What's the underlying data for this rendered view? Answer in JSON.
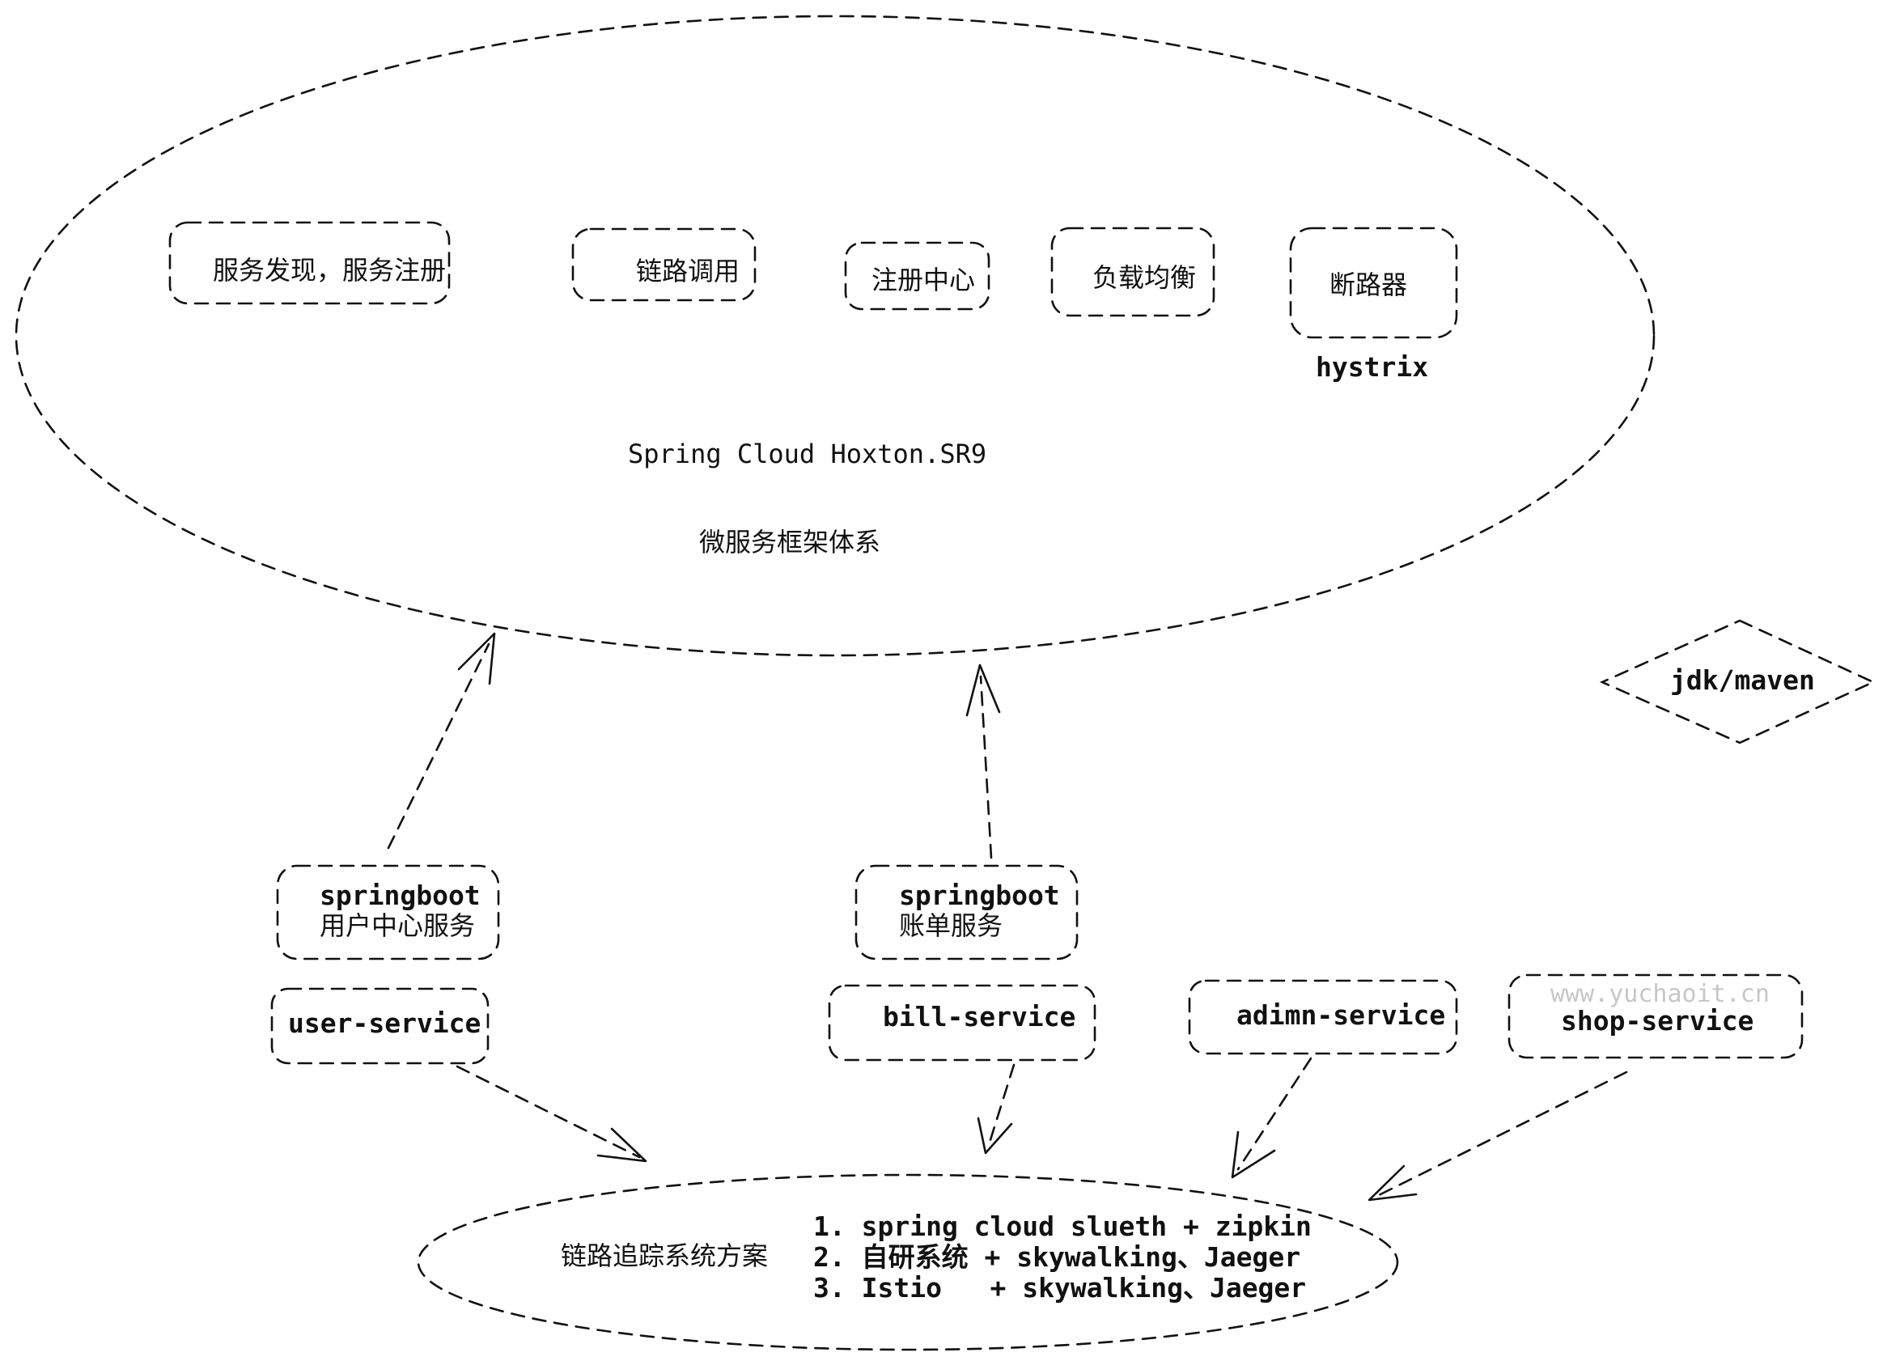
{
  "framework": {
    "title": "Spring Cloud Hoxton.SR9",
    "subtitle": "微服务框架体系",
    "components": [
      {
        "label": "服务发现，服务注册"
      },
      {
        "label": "链路调用"
      },
      {
        "label": "注册中心"
      },
      {
        "label": "负载均衡"
      },
      {
        "label": "断路器",
        "sublabel": "hystrix"
      }
    ]
  },
  "env": {
    "label": "jdk/maven"
  },
  "apps": [
    {
      "line1": "springboot",
      "line2": "用户中心服务"
    },
    {
      "line1": "springboot",
      "line2": "账单服务"
    }
  ],
  "services": [
    {
      "label": "user-service"
    },
    {
      "label": "bill-service"
    },
    {
      "label": "adimn-service"
    },
    {
      "label": "shop-service"
    }
  ],
  "tracing": {
    "title": "链路追踪系统方案",
    "options": [
      "1. spring cloud slueth + zipkin",
      "2. 自研系统 + skywalking、Jaeger",
      "3. Istio   + skywalking、Jaeger"
    ]
  },
  "watermark": "www.yuchaoit.cn"
}
